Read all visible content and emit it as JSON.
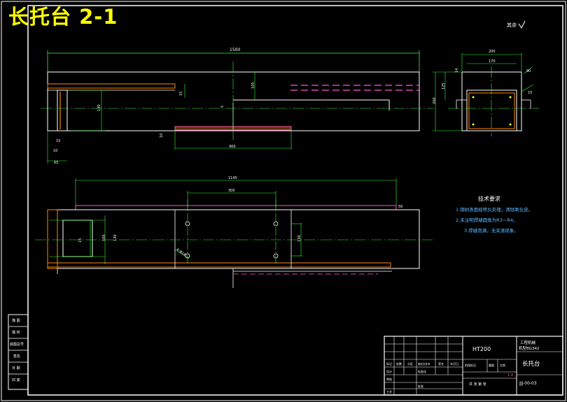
{
  "title": "长托台 2-1",
  "roughness_symbol": "其余",
  "dimensions": {
    "top_length": "1500",
    "top_height": "105",
    "top_plate_left": "15",
    "top_plate_right": "5",
    "left_block_height": "130",
    "left_block_15": "15",
    "left_block_10": "10",
    "left_block_65": "65",
    "slot_length": "400",
    "slot_10": "10",
    "section_width": "200",
    "section_inner": "170",
    "section_height": "200",
    "section_125": "125",
    "section_14": "14",
    "section_90": "90",
    "section_15": "15",
    "plan_length": "1145",
    "plan_center": "300",
    "plan_right": "50",
    "plan_h1": "15",
    "plan_h2": "100",
    "plan_h3": "130",
    "plan_h4": "130",
    "plan_angle": "4-Φ14"
  },
  "tech_requirements": {
    "heading": "技术要求",
    "items": [
      "1.钢材表面经喷丸处理，清除氧化皮。",
      "2.未注明焊缝圆角为R3～R4。",
      "3.焊缝饱满，无夹渣现象。"
    ]
  },
  "left_table": [
    "描 图",
    "描 校",
    "底图总号",
    "签名",
    "日 期",
    "旧 底"
  ],
  "title_block": {
    "material": "HT200",
    "project": "工程机械",
    "model": "机型BG342",
    "part_name": "长托台",
    "drawing_no": "JJJ-00-03",
    "scale": "1:4",
    "sheet": "共 张 第 张",
    "labels": [
      "标记",
      "处数",
      "分区",
      "更改文件号",
      "签名",
      "年月日",
      "设计",
      "审核",
      "工艺",
      "标准化",
      "阶段标记",
      "重量",
      "比例",
      "批准"
    ]
  }
}
